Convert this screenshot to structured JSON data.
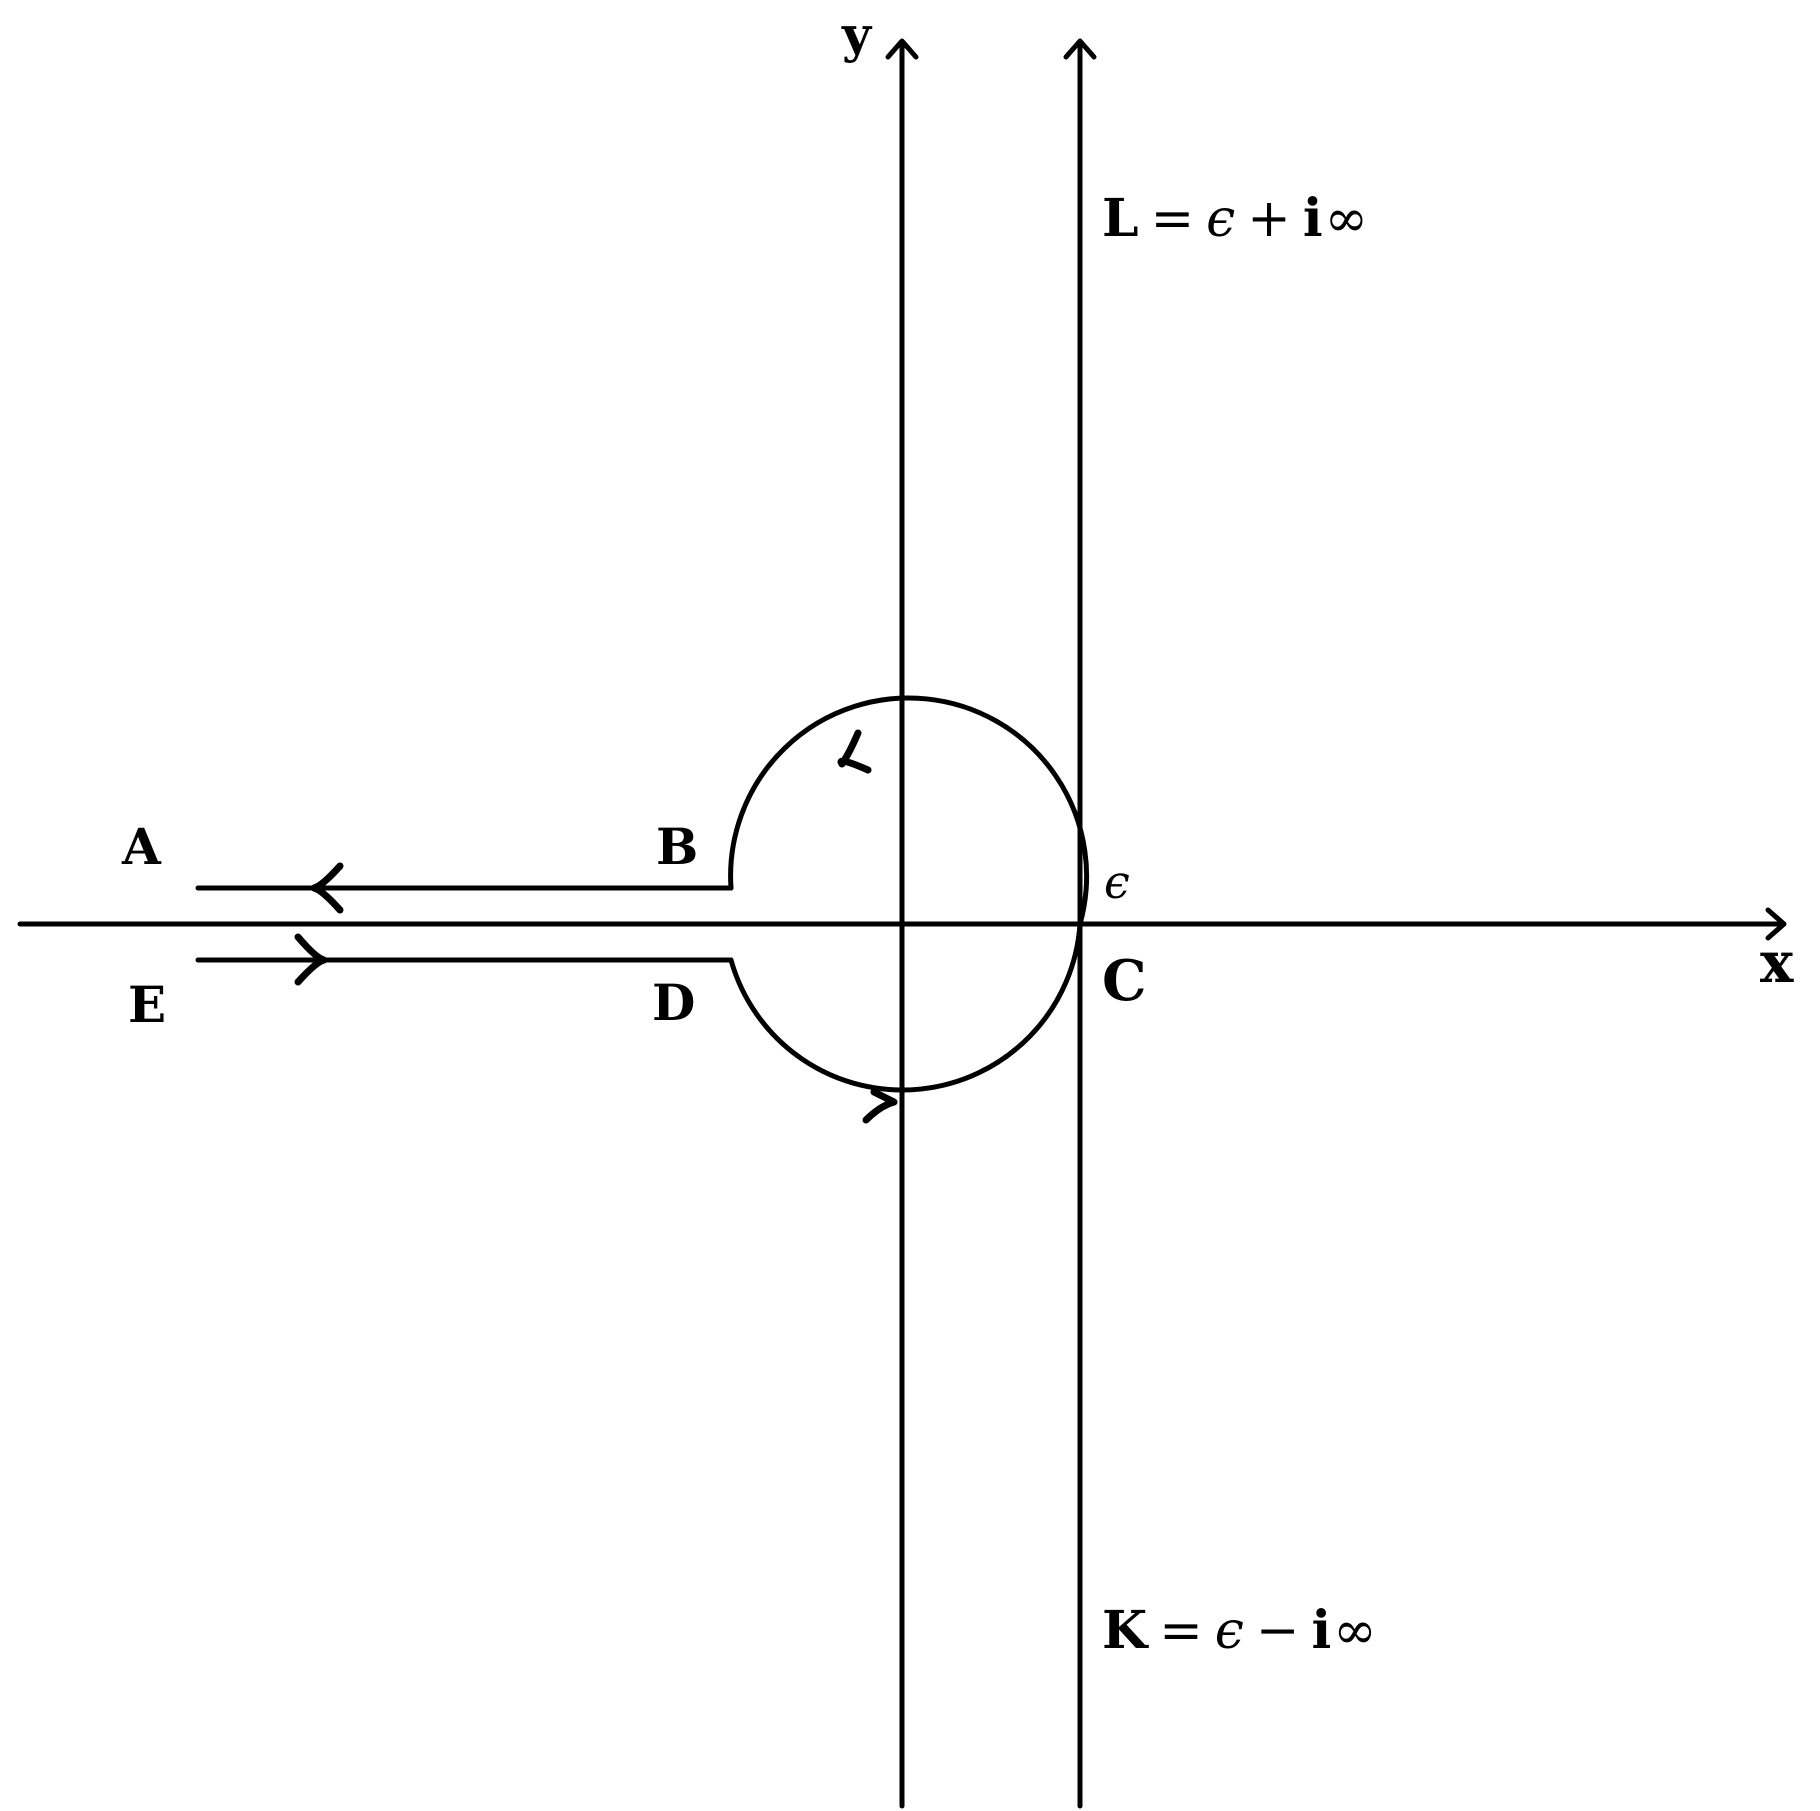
{
  "axes": {
    "x_label": "x",
    "y_label": "y"
  },
  "points": {
    "A": "A",
    "B": "B",
    "C": "C",
    "D": "D",
    "E": "E"
  },
  "epsilon_label": "ϵ",
  "line_L": {
    "name": "L",
    "eq": "=",
    "eps": "ϵ",
    "op": "+",
    "i": "i",
    "inf": "∞"
  },
  "line_K": {
    "name": "K",
    "eq": "=",
    "eps": "ϵ",
    "op": "−",
    "i": "i",
    "inf": "∞"
  }
}
